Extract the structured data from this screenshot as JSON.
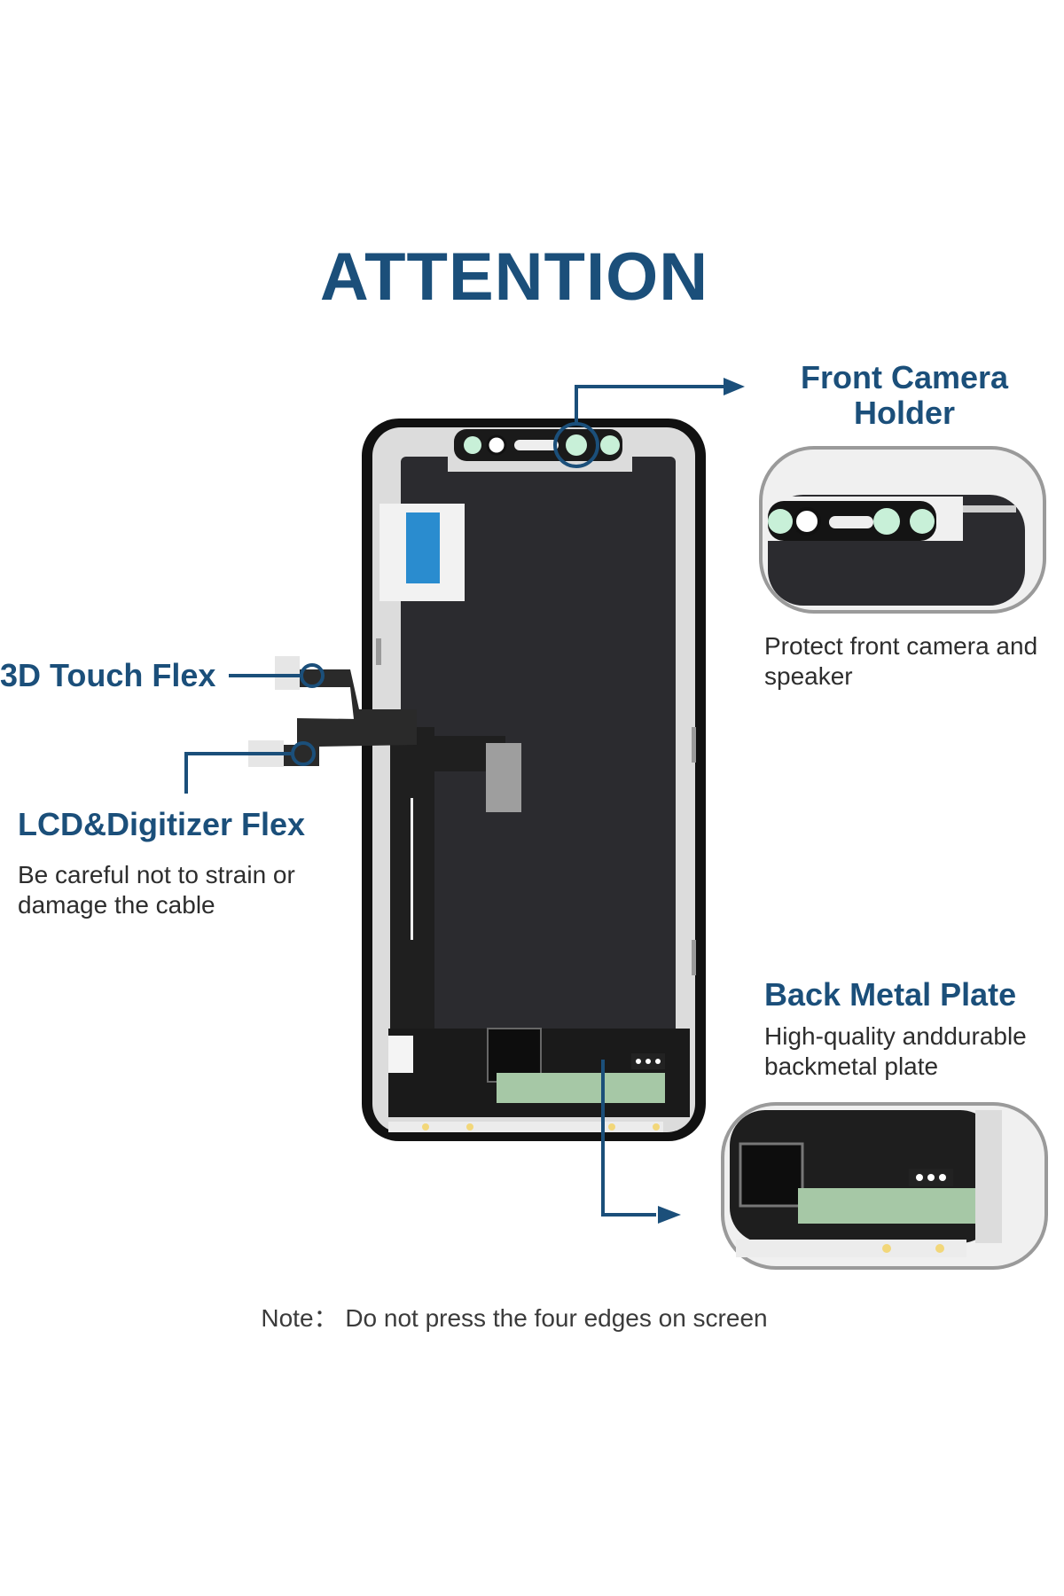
{
  "title": "ATTENTION",
  "callouts": {
    "front_camera": {
      "label_line1": "Front Camera",
      "label_line2": "Holder",
      "description_line1": "Protect front camera and",
      "description_line2": "speaker"
    },
    "touch_flex": {
      "label": "3D Touch Flex"
    },
    "lcd_flex": {
      "label": "LCD&Digitizer Flex",
      "description_line1": "Be careful not to strain or",
      "description_line2": "damage the cable"
    },
    "back_plate": {
      "label": "Back Metal Plate",
      "description_line1": "High-quality anddurable",
      "description_line2": "backmetal plate"
    }
  },
  "note": "Note： Do not press the four edges on screen",
  "colors": {
    "accent": "#1b4f7a",
    "screen": "#2b2b2f",
    "frame": "#111111",
    "highlight_green": "#c8f0d8"
  }
}
